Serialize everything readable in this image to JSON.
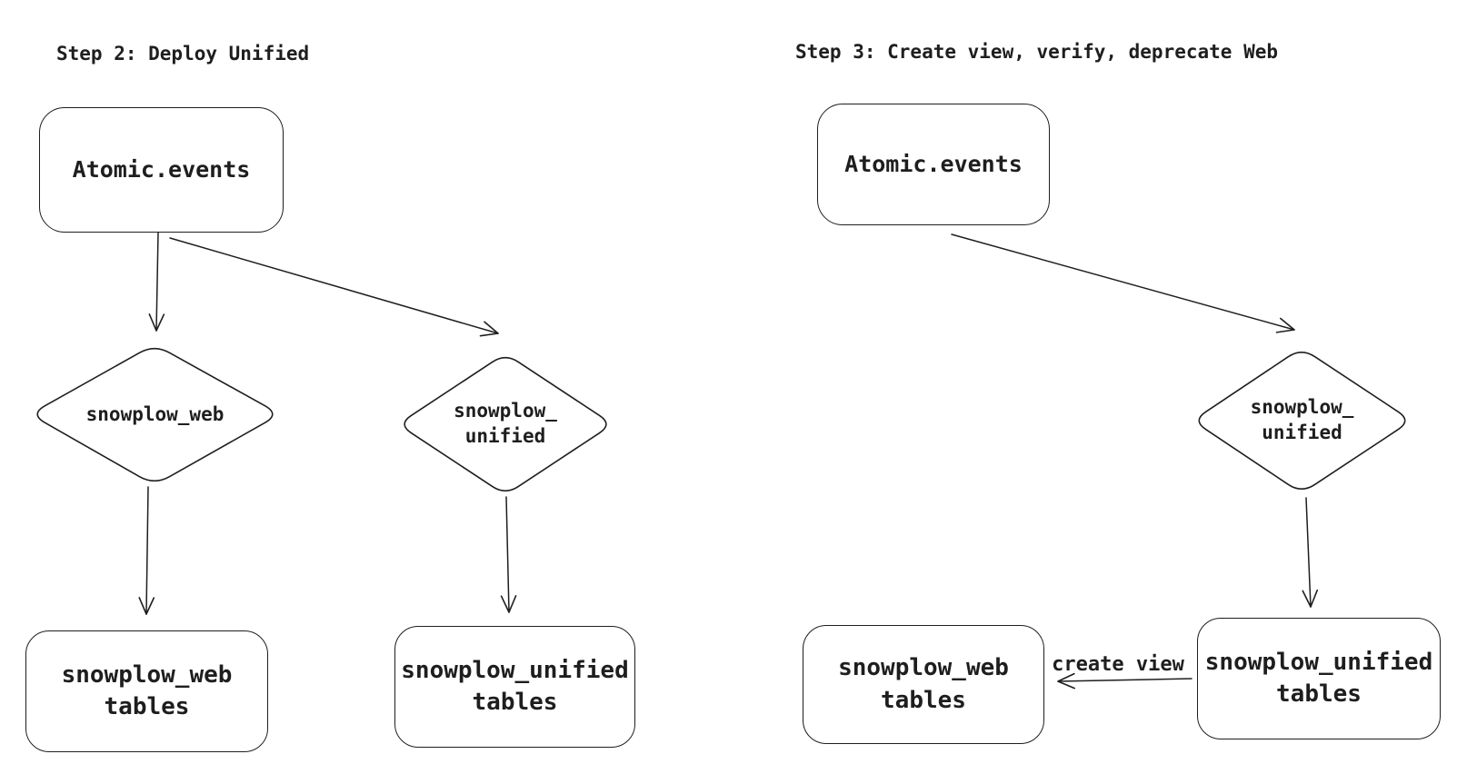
{
  "canvas": {
    "background": "#ffffff",
    "stroke_color": "#1e1e1e",
    "text_color": "#1e1e1e"
  },
  "left_diagram": {
    "title": "Step 2: Deploy Unified",
    "nodes": {
      "atomic_events": {
        "shape": "rounded-rectangle",
        "label": "Atomic.events"
      },
      "snowplow_web": {
        "shape": "diamond",
        "label": "snowplow_web"
      },
      "snowplow_unified": {
        "shape": "diamond",
        "label": "snowplow_\nunified"
      },
      "snowplow_web_tables": {
        "shape": "rounded-rectangle",
        "label": "snowplow_web\ntables"
      },
      "snowplow_unified_tables": {
        "shape": "rounded-rectangle",
        "label": "snowplow_unified\ntables"
      }
    },
    "edges": [
      {
        "from": "atomic_events",
        "to": "snowplow_web",
        "label": ""
      },
      {
        "from": "atomic_events",
        "to": "snowplow_unified",
        "label": ""
      },
      {
        "from": "snowplow_web",
        "to": "snowplow_web_tables",
        "label": ""
      },
      {
        "from": "snowplow_unified",
        "to": "snowplow_unified_tables",
        "label": ""
      }
    ]
  },
  "right_diagram": {
    "title": "Step 3: Create view, verify, deprecate Web",
    "nodes": {
      "atomic_events": {
        "shape": "rounded-rectangle",
        "label": "Atomic.events"
      },
      "snowplow_unified": {
        "shape": "diamond",
        "label": "snowplow_\nunified"
      },
      "snowplow_web_tables": {
        "shape": "rounded-rectangle",
        "label": "snowplow_web\ntables"
      },
      "snowplow_unified_tables": {
        "shape": "rounded-rectangle",
        "label": "snowplow_unified\ntables"
      }
    },
    "edges": [
      {
        "from": "atomic_events",
        "to": "snowplow_unified",
        "label": ""
      },
      {
        "from": "snowplow_unified",
        "to": "snowplow_unified_tables",
        "label": ""
      },
      {
        "from": "snowplow_unified_tables",
        "to": "snowplow_web_tables",
        "label": "create view"
      }
    ]
  }
}
